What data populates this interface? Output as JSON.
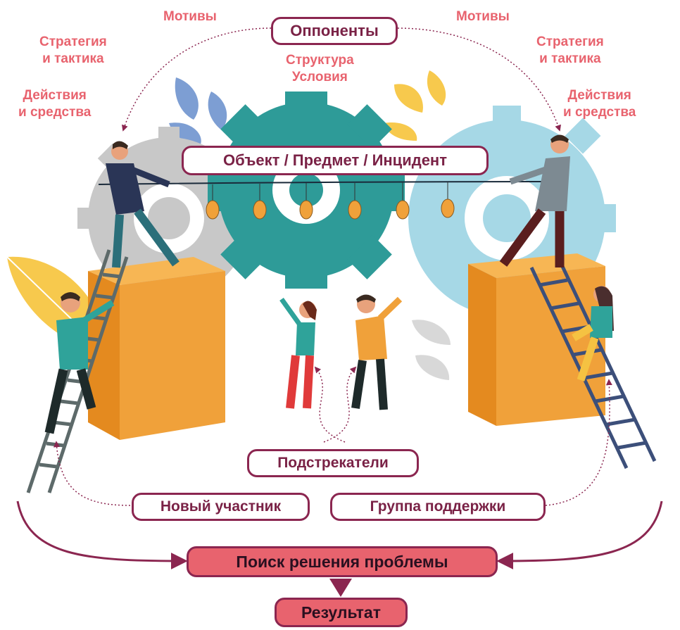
{
  "colors": {
    "label_text": "#e8636e",
    "box_border": "#8b2650",
    "box_text": "#7a2246",
    "result_fill": "#e8636e",
    "gear_center": "#2e9b98",
    "gear_left": "#c8c8c8",
    "gear_right": "#a6d8e6",
    "cube": "#f0a13a",
    "ladder": "#3c4f7a"
  },
  "diagram": {
    "opponents": "Оппоненты",
    "left": {
      "motives": "Мотивы",
      "strategy_1": "Стратегия",
      "strategy_2": "и тактика",
      "actions_1": "Действия",
      "actions_2": "и средства"
    },
    "right": {
      "motives": "Мотивы",
      "strategy_1": "Стратегия",
      "strategy_2": "и тактика",
      "actions_1": "Действия",
      "actions_2": "и средства"
    },
    "structure": "Структура",
    "conditions": "Условия",
    "object": "Объект / Предмет / Инцидент",
    "instigators": "Подстрекатели",
    "new_participant": "Новый участник",
    "support_group": "Группа поддержки",
    "search": "Поиск решения проблемы",
    "result": "Результат"
  },
  "illustration": {
    "people": [
      "left-puller",
      "right-puller",
      "left-climber",
      "right-sitter",
      "center-woman",
      "center-man"
    ],
    "bulbs": 6
  }
}
